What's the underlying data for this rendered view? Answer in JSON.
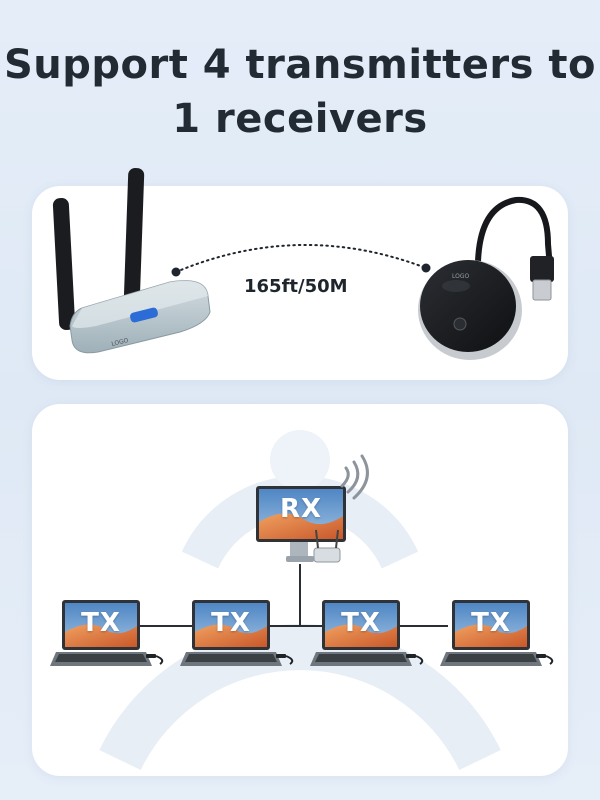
{
  "headline": {
    "line1": "Support 4 transmitters to",
    "line2": "1 receivers"
  },
  "range": {
    "label": "165ft/50M"
  },
  "receiver_screen": {
    "label": "RX"
  },
  "transmitters": [
    {
      "label": "TX"
    },
    {
      "label": "TX"
    },
    {
      "label": "TX"
    },
    {
      "label": "TX"
    }
  ],
  "colors": {
    "background": "#e4edf8",
    "panel": "#ffffff",
    "headline": "#222a33",
    "screen_sky": "#6f9ccc",
    "screen_dune": "#e07a3c",
    "device_body": "#b9c6cc",
    "dongle_body": "#1b1d20"
  },
  "icons": {
    "receiver_device": "wireless-receiver-box",
    "transmitter_dongle": "usb-transmitter-dongle",
    "signal": "wifi-signal-icon"
  }
}
